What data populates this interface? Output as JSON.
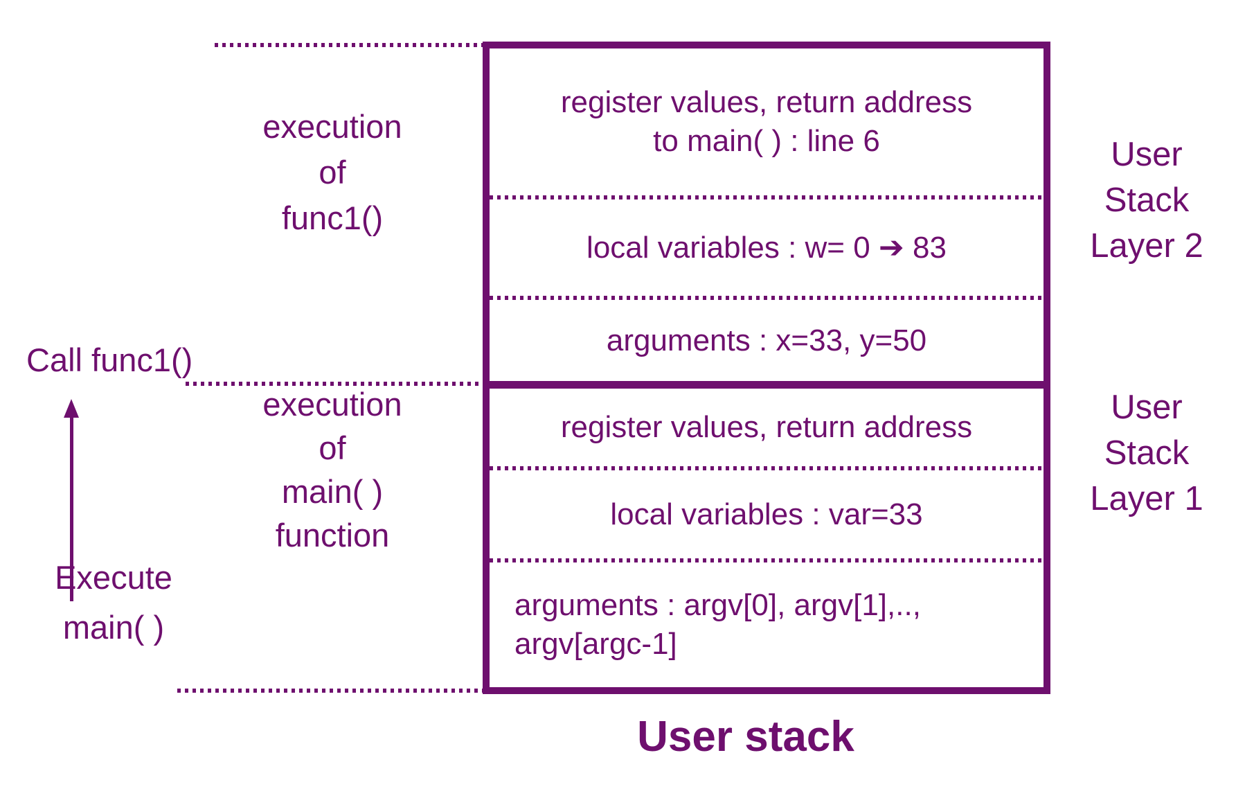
{
  "colors": {
    "accent": "#6E0F6E",
    "background": "#FFFFFF"
  },
  "title": "User stack",
  "stack_box": {
    "layer2": {
      "side_label_lines": [
        "User",
        "Stack",
        "Layer 2"
      ],
      "rows": [
        {
          "line1": "register values, return address",
          "line2": "to main( ) : line 6"
        },
        {
          "text": "local variables : w= 0 ➔ 83"
        },
        {
          "text": "arguments : x=33, y=50"
        }
      ]
    },
    "layer1": {
      "side_label_lines": [
        "User",
        "Stack",
        "Layer 1"
      ],
      "rows": [
        {
          "text": "register values, return address"
        },
        {
          "text": "local variables : var=33"
        },
        {
          "line1": "arguments : argv[0], argv[1],..,",
          "line2": "argv[argc-1]"
        }
      ]
    }
  },
  "left_annotations": {
    "execution_func1_lines": [
      "execution",
      "of",
      "func1()"
    ],
    "call_func1": "Call func1()",
    "execution_main_lines": [
      "execution",
      "of",
      "main( )",
      "function"
    ],
    "execute_main_lines": [
      "Execute",
      "main( )"
    ]
  }
}
